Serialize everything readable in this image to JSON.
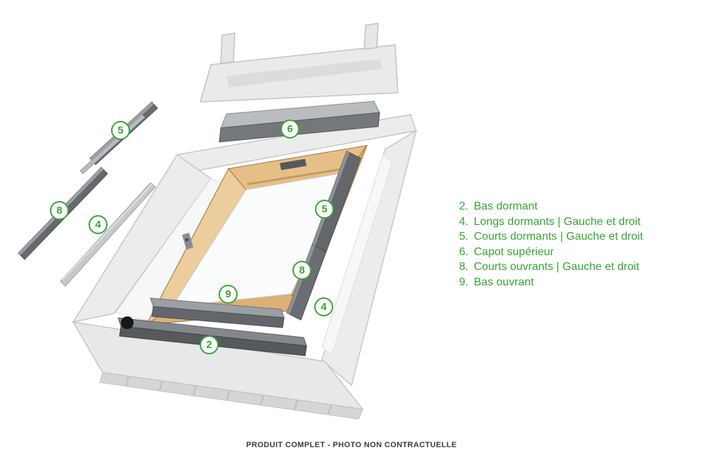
{
  "colors": {
    "accent_green": "#3aa435",
    "wood": "#e6bf88",
    "flashing_dark": "#63676b",
    "frame_light": "#ececec"
  },
  "legend": {
    "items": [
      {
        "num": "2.",
        "label": "Bas dormant"
      },
      {
        "num": "4.",
        "label": "Longs dormants | Gauche et droit"
      },
      {
        "num": "5.",
        "label": "Courts dormants | Gauche et droit"
      },
      {
        "num": "6.",
        "label": "Capot supérieur"
      },
      {
        "num": "8.",
        "label": "Courts ouvrants | Gauche et droit"
      },
      {
        "num": "9.",
        "label": "Bas ouvrant"
      }
    ]
  },
  "badges": [
    {
      "id": "badge-5-left",
      "number": "5"
    },
    {
      "id": "badge-8-left",
      "number": "8"
    },
    {
      "id": "badge-4-left",
      "number": "4"
    },
    {
      "id": "badge-6-capot",
      "number": "6"
    },
    {
      "id": "badge-5-right",
      "number": "5"
    },
    {
      "id": "badge-8-right",
      "number": "8"
    },
    {
      "id": "badge-4-right",
      "number": "4"
    },
    {
      "id": "badge-9-bottom",
      "number": "9"
    },
    {
      "id": "badge-2-bottom",
      "number": "2"
    }
  ],
  "footer": {
    "text": "PRODUIT COMPLET - PHOTO NON CONTRACTUELLE"
  }
}
